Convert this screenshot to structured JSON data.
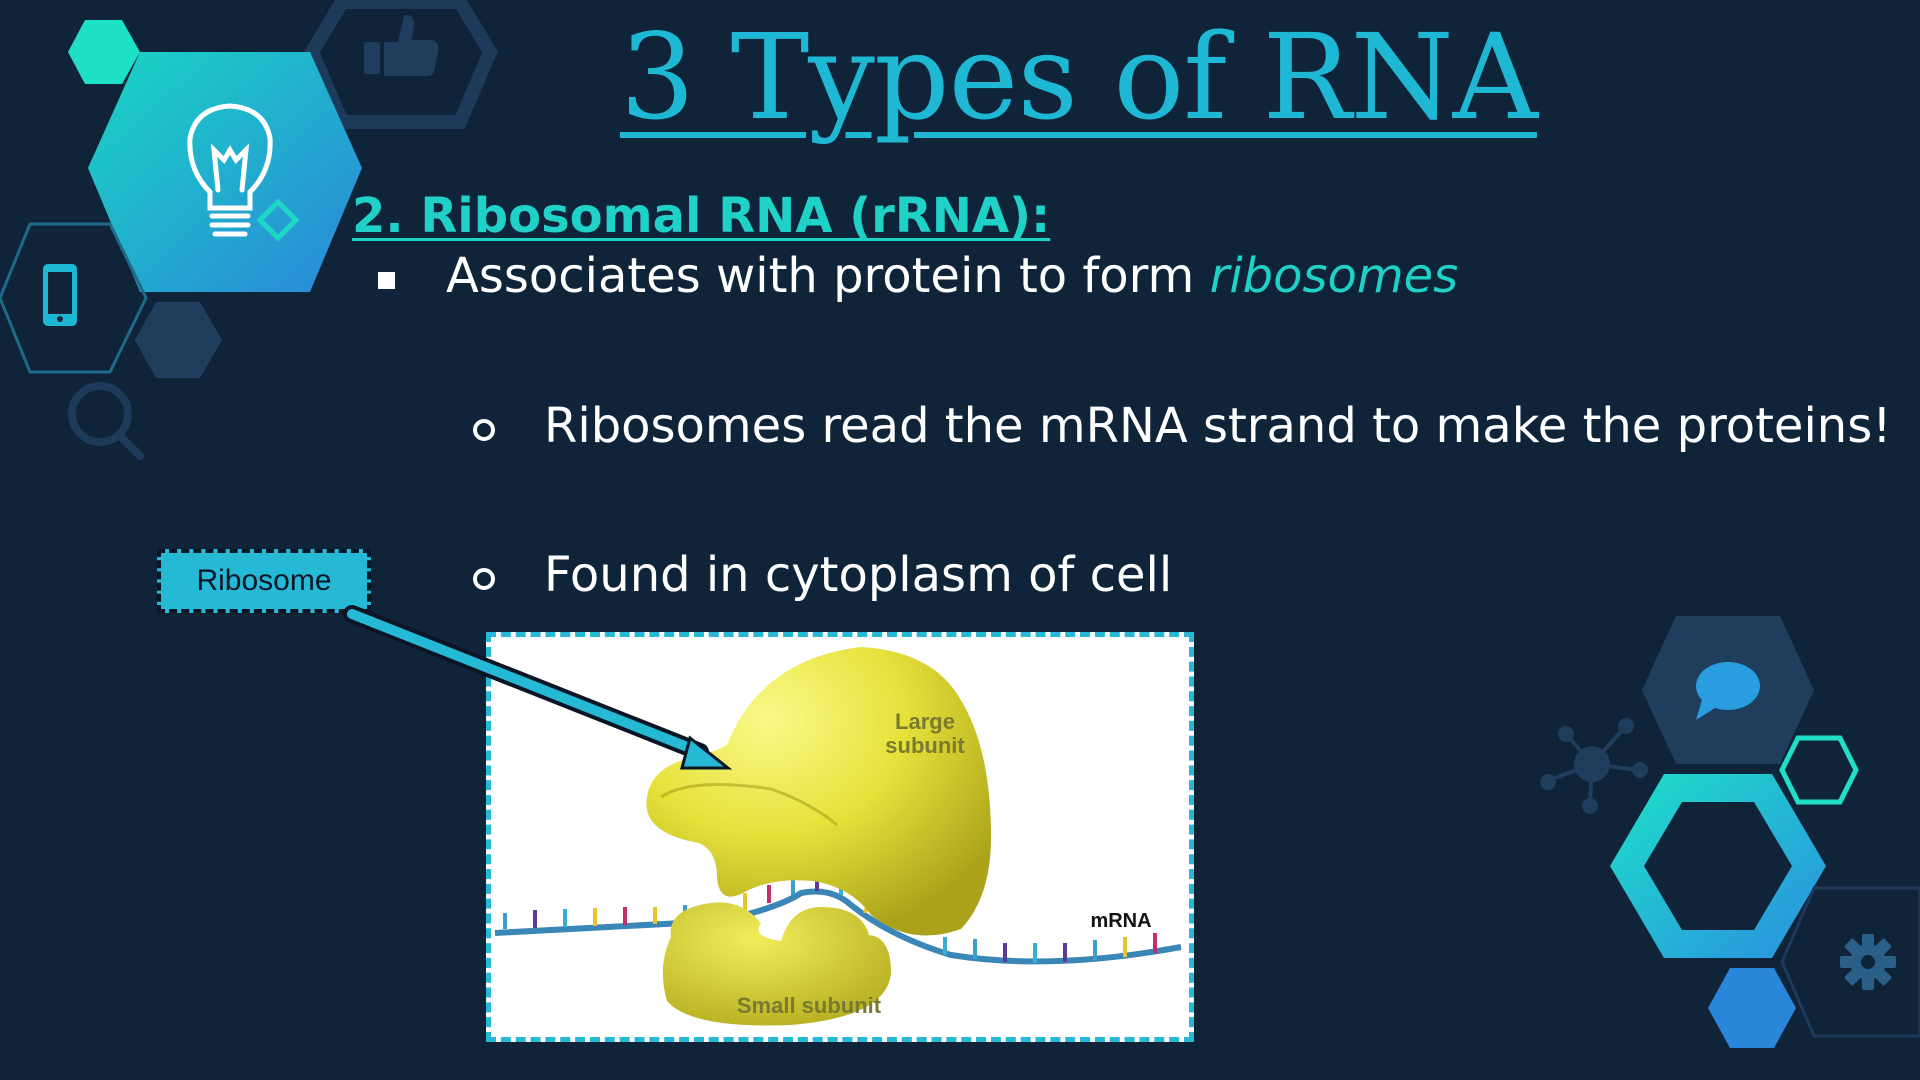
{
  "slide": {
    "title": "3 Types of RNA",
    "subtitle": "2. Ribosomal RNA (rRNA):",
    "bullet1_text": "Associates with protein to form ",
    "bullet1_highlight": "ribosomes",
    "bullet2": "Ribosomes read the mRNA strand to make the proteins!",
    "bullet3": "Found in cytoplasm of cell"
  },
  "callout": {
    "label": "Ribosome"
  },
  "figure": {
    "large_subunit_line1": "Large",
    "large_subunit_line2": "subunit",
    "small_subunit": "Small subunit",
    "mrna": "mRNA"
  },
  "icons": [
    "lightbulb-icon",
    "thumbs-up-icon",
    "phone-icon",
    "search-icon",
    "chat-bubble-icon",
    "network-icon",
    "gear-icon"
  ],
  "colors": {
    "background": "#0f2339",
    "accent_cyan": "#1fb8d4",
    "accent_teal": "#1fd1c6",
    "ribosome_yellow": "#e6e23a",
    "hex_dark": "#1f3e5e"
  }
}
